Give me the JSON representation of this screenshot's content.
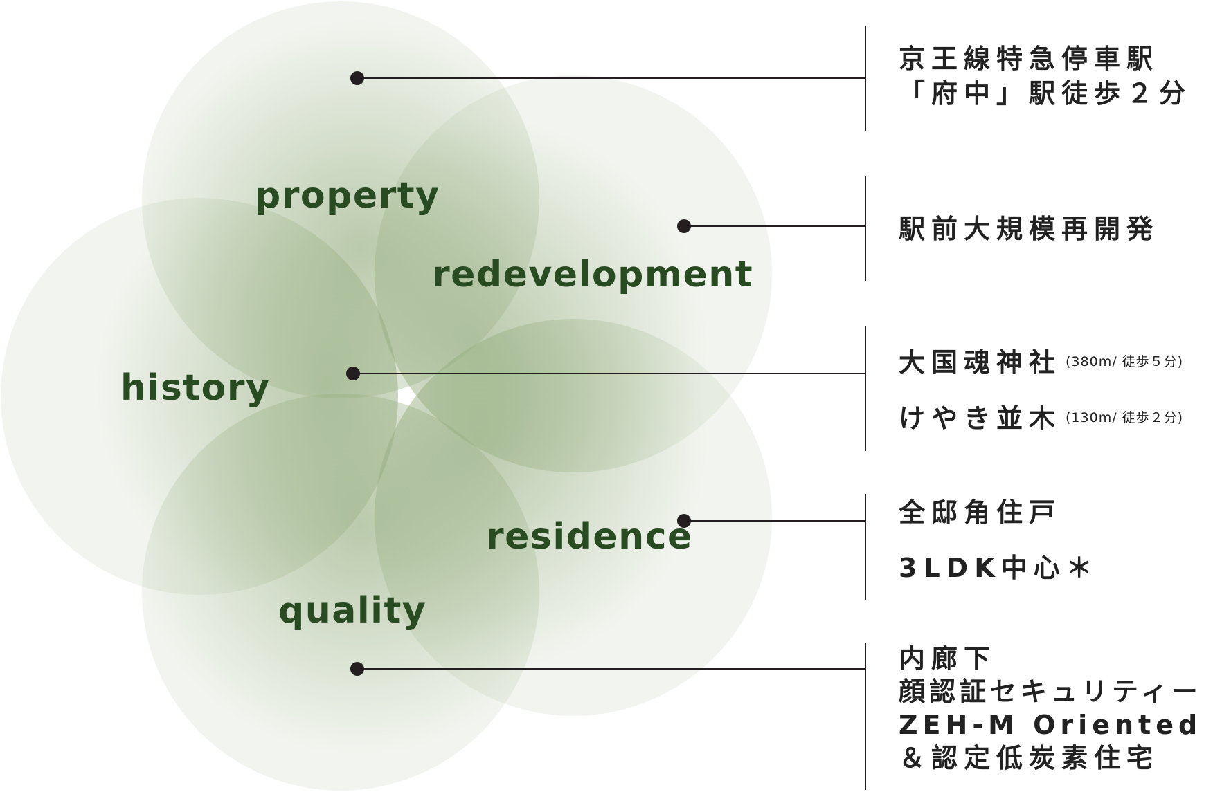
{
  "petals": [
    {
      "key": "property",
      "label": "property"
    },
    {
      "key": "redevelopment",
      "label": "redevelopment"
    },
    {
      "key": "history",
      "label": "history"
    },
    {
      "key": "residence",
      "label": "residence"
    },
    {
      "key": "quality",
      "label": "quality"
    }
  ],
  "features": {
    "property": {
      "lines": [
        "京王線特急停車駅",
        "「府中」駅徒歩２分"
      ]
    },
    "redevelopment": {
      "lines": [
        "駅前大規模再開発"
      ]
    },
    "history": {
      "items": [
        {
          "text": "大国魂神社",
          "note": "(380m/ 徒歩５分)"
        },
        {
          "text": "けやき並木",
          "note": "(130m/ 徒歩２分)"
        }
      ]
    },
    "residence": {
      "lines": [
        "全邸角住戸",
        "3LDK中心＊"
      ]
    },
    "quality": {
      "lines": [
        "内廊下",
        "顔認証セキュリティー",
        "ZEH-M Oriented",
        "＆認定低炭素住宅"
      ]
    }
  },
  "colors": {
    "circle_fill": "#8fa978",
    "label_text": "#284b22",
    "connector": "#231f20",
    "body_text": "#222222"
  }
}
